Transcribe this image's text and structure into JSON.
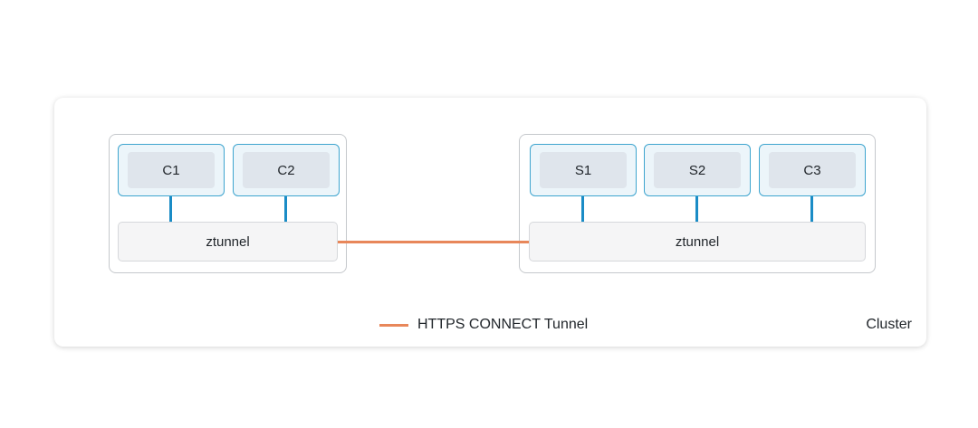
{
  "cluster": {
    "label": "Cluster"
  },
  "nodes": {
    "left": {
      "pods": [
        {
          "label": "C1"
        },
        {
          "label": "C2"
        }
      ],
      "proxy": {
        "label": "ztunnel"
      }
    },
    "right": {
      "pods": [
        {
          "label": "S1"
        },
        {
          "label": "S2"
        },
        {
          "label": "C3"
        }
      ],
      "proxy": {
        "label": "ztunnel"
      }
    }
  },
  "legend": {
    "items": [
      {
        "label": "HTTPS CONNECT Tunnel",
        "color": "#e8875a"
      }
    ]
  },
  "colors": {
    "pod_border": "#3ea5cf",
    "pod_fill": "#ecf5fa",
    "pod_inner": "#dfe5ec",
    "connector": "#1a8cc6",
    "tunnel": "#e8875a"
  }
}
